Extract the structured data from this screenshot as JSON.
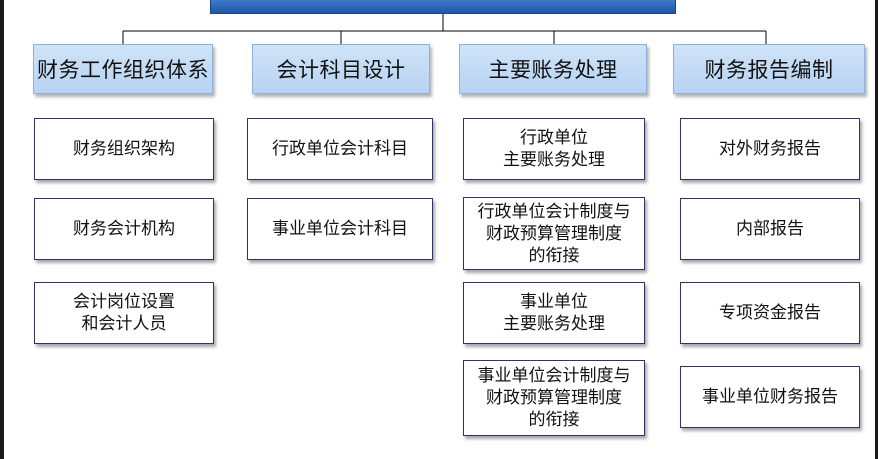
{
  "categories": [
    {
      "label": "财务工作组织体系"
    },
    {
      "label": "会计科目设计"
    },
    {
      "label": "主要账务处理"
    },
    {
      "label": "财务报告编制"
    }
  ],
  "columns": [
    {
      "items": [
        "财务组织架构",
        "财务会计机构",
        "会计岗位设置\n和会计人员"
      ]
    },
    {
      "items": [
        "行政单位会计科目",
        "事业单位会计科目"
      ]
    },
    {
      "items": [
        "行政单位\n主要账务处理",
        "行政单位会计制度与\n财政预算管理制度\n的衔接",
        "事业单位\n主要账务处理",
        "事业单位会计制度与\n财政预算管理制度\n的衔接"
      ]
    },
    {
      "items": [
        "对外财务报告",
        "内部报告",
        "专项资金报告",
        "事业单位财务报告"
      ]
    }
  ],
  "colors": {
    "root_fill": "#2b63b5",
    "category_fill": "#c4dcf5",
    "item_border": "#2e3566",
    "connector": "#000000"
  }
}
